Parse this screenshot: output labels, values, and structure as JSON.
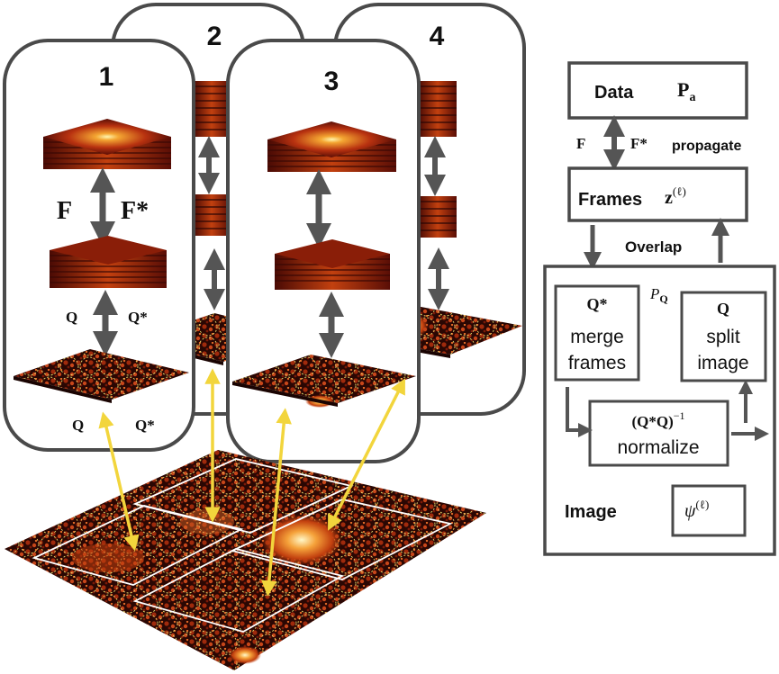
{
  "panels": [
    {
      "number": "1",
      "f_label": "F",
      "fstar_label": "F*",
      "q_label": "Q",
      "qstar_label": "Q*",
      "q_bottom": "Q",
      "qstar_bottom": "Q*"
    },
    {
      "number": "2"
    },
    {
      "number": "3"
    },
    {
      "number": "4"
    }
  ],
  "flowchart": {
    "data_box": {
      "label": "Data",
      "symbol": "P",
      "symbol_sub": "a"
    },
    "edge_data_frames": {
      "f": "F",
      "fstar": "F*",
      "label": "propagate"
    },
    "frames_box": {
      "label": "Frames",
      "symbol": "z",
      "symbol_sup": "(ℓ)"
    },
    "overlap_label": "Overlap",
    "pq_label": {
      "symbol": "P",
      "sub": "Q"
    },
    "merge_box": {
      "symbol": "Q*",
      "line1": "merge",
      "line2": "frames"
    },
    "split_box": {
      "symbol": "Q",
      "line1": "split",
      "line2": "image"
    },
    "normalize_box": {
      "formula": "(Q*Q)",
      "exponent": "−1",
      "label": "normalize"
    },
    "image_label": "Image",
    "psi_box": {
      "symbol": "ψ",
      "symbol_sup": "(ℓ)"
    }
  },
  "colors": {
    "panel_border": "#4a4a4a",
    "arrow_gray": "#555555",
    "arrow_yellow": "#f2d53c",
    "stack_dark": "#5a0e06",
    "stack_mid": "#b8320f",
    "stack_light": "#f0a030",
    "grid_yellow": "#e8e070"
  }
}
